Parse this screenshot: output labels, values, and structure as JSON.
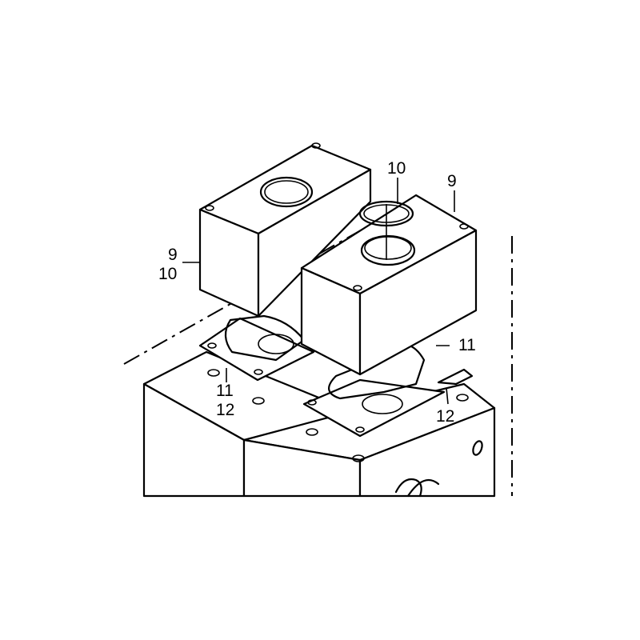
{
  "diagram": {
    "type": "exploded parts view",
    "subject": "Two valve blocks with O-rings and gaskets mounted on base housing"
  },
  "callouts": {
    "left_block_9": "9",
    "left_block_10": "10",
    "right_oring_10": "10",
    "right_block_9": "9",
    "right_gasket_11": "11",
    "left_gasket_11": "11",
    "left_gasket_12": "12",
    "right_gasket_12": "12"
  }
}
